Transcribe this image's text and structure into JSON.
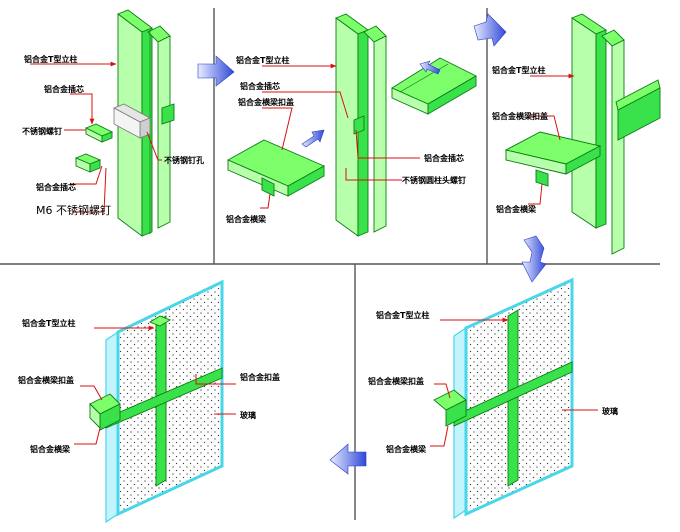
{
  "panels": {
    "p1": {
      "labels": [
        "铝合金T型立柱",
        "铝合金插芯",
        "不锈钢螺钉",
        "不锈钢钉孔",
        "铝合金插芯",
        "M6 不锈钢螺钉"
      ]
    },
    "p2": {
      "labels": [
        "铝合金T型立柱",
        "铝合金插芯",
        "铝合金横梁扣盖",
        "铝合金插芯",
        "不锈钢圆柱头螺钉",
        "铝合金横梁"
      ]
    },
    "p3": {
      "labels": [
        "铝合金T型立柱",
        "铝合金横梁扣盖",
        "铝合金横梁"
      ]
    },
    "p4": {
      "labels": [
        "铝合金T型立柱",
        "铝合金横梁扣盖",
        "铝合金扣盖",
        "玻璃",
        "铝合金横梁"
      ]
    },
    "p5": {
      "labels": [
        "铝合金T型立柱",
        "铝合金横梁扣盖",
        "玻璃",
        "铝合金横梁"
      ]
    }
  },
  "colors": {
    "profile": "#7cff6a",
    "outline": "#0a7d12",
    "glass_border": "#49d6e8",
    "leader": "#d81010",
    "arrow": "#3b55e0"
  }
}
